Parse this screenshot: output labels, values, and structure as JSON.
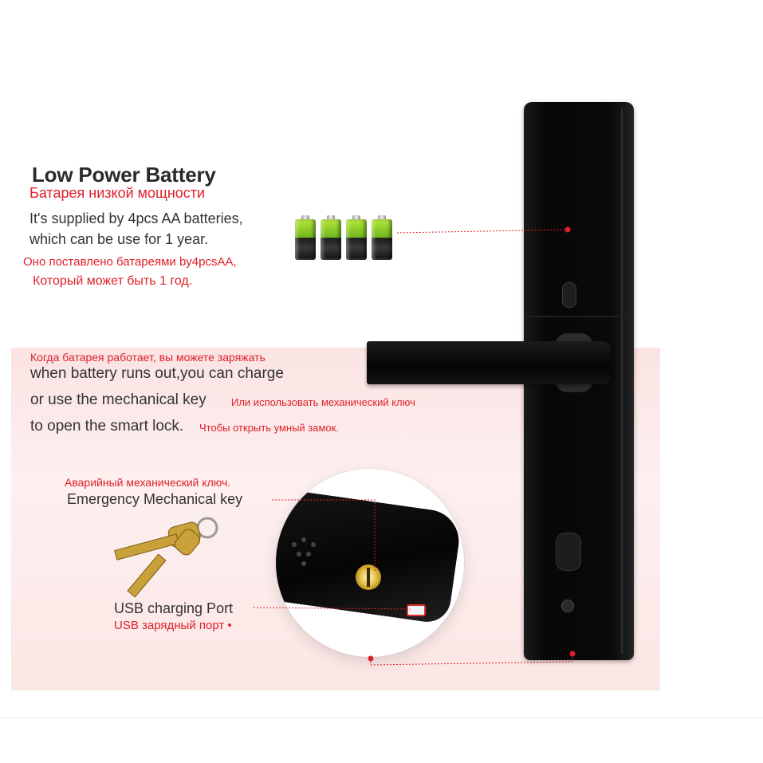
{
  "heading": {
    "title_en": "Low Power Battery",
    "title_ru": "Батарея низкой мощности"
  },
  "battery_info": {
    "line1_en": "It's supplied by 4pcs AA batteries,",
    "line2_en": "which can be use for 1 year.",
    "line1_ru": "Оно поставлено батареями by4pcsAA,",
    "line2_ru": "Который может быть 1 год.",
    "battery_count": 4
  },
  "charging_info": {
    "ru_1": "Когда батарея работает, вы можете заряжать",
    "en_1": "when battery runs out,you can charge",
    "en_2": "or use the mechanical key",
    "ru_2": "Или использовать механический ключ",
    "en_3": "to open the smart lock.",
    "ru_3": "Чтобы открыть умный замок."
  },
  "callouts": {
    "key_ru": "Аварийный механический ключ.",
    "key_en": "Emergency Mechanical key",
    "usb_en": "USB charging Port",
    "usb_ru": "USB зарядный порт •"
  },
  "colors": {
    "accent_red": "#e0202a",
    "text_dark": "#333333",
    "panel_pink": "#fbe3e3",
    "lock_black": "#0a0a0a"
  },
  "icons": [
    "battery-icon",
    "key-icon",
    "smart-lock-image",
    "usb-port-icon"
  ]
}
